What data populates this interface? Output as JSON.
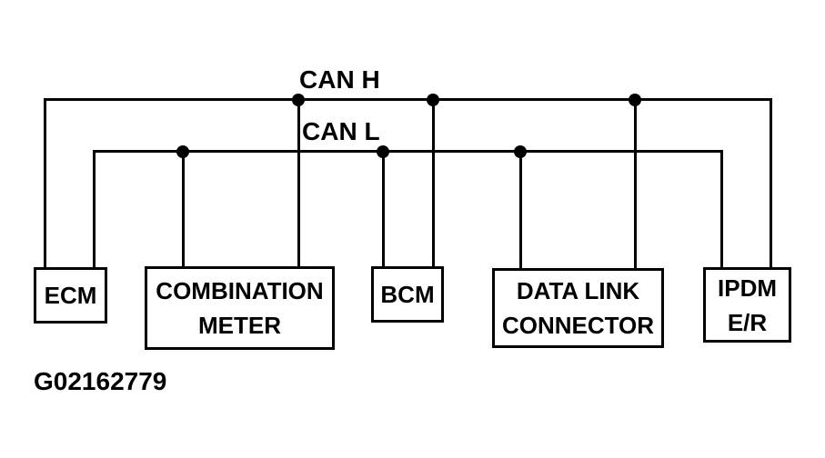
{
  "diagram": {
    "title_context": "CAN communication system wiring diagram",
    "colors": {
      "line": "#000000",
      "background": "#ffffff"
    },
    "bus_labels": {
      "can_h": "CAN H",
      "can_l": "CAN L"
    },
    "nodes": [
      {
        "label_lines": [
          "ECM"
        ]
      },
      {
        "label_lines": [
          "COMBINATION",
          "METER"
        ]
      },
      {
        "label_lines": [
          "BCM"
        ]
      },
      {
        "label_lines": [
          "DATA LINK",
          "CONNECTOR"
        ]
      },
      {
        "label_lines": [
          "IPDM",
          "E/R"
        ]
      }
    ],
    "figure_id": "G02162779"
  }
}
